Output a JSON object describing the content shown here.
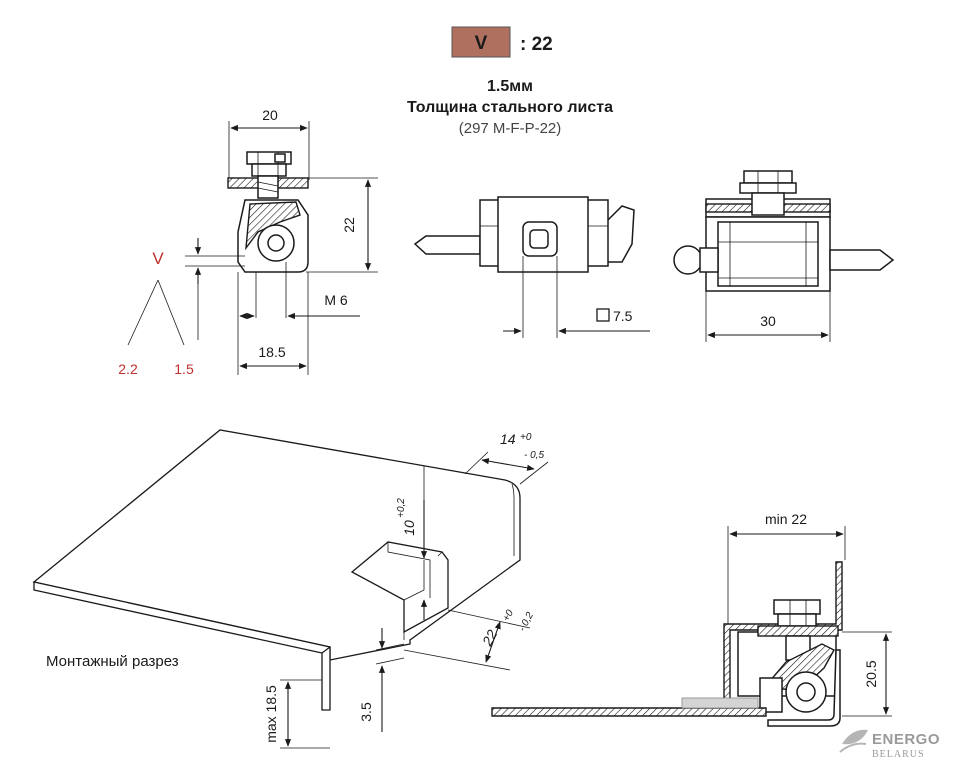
{
  "header": {
    "badge_letter": "V",
    "badge_value": ": 22",
    "thickness": "1.5мм",
    "title": "Толщина стального листа",
    "code": "(297 M-F-P-22)",
    "badge_color": "#b07060"
  },
  "view_side": {
    "width": "20",
    "height": "22",
    "thread": "M 6",
    "depth": "18.5",
    "v_label": "V",
    "v_min": "2.2",
    "v_max": "1.5"
  },
  "view_front": {
    "square": "7.5"
  },
  "view_top": {
    "length": "30"
  },
  "cutout": {
    "caption": "Монтажный разрез",
    "width_value": "14",
    "width_tol_upper": "+0",
    "width_tol_lower": "- 0,5",
    "height_value": "10",
    "height_tol": "+0,2",
    "depth_value": "22",
    "depth_tol_upper": "+0",
    "depth_tol_lower": "- 0,2",
    "offset": "3.5",
    "max_height": "max 18.5"
  },
  "install": {
    "min_width": "min 22",
    "height": "20.5"
  },
  "logo": {
    "name": "ENERGO",
    "sub": "BELARUS"
  }
}
